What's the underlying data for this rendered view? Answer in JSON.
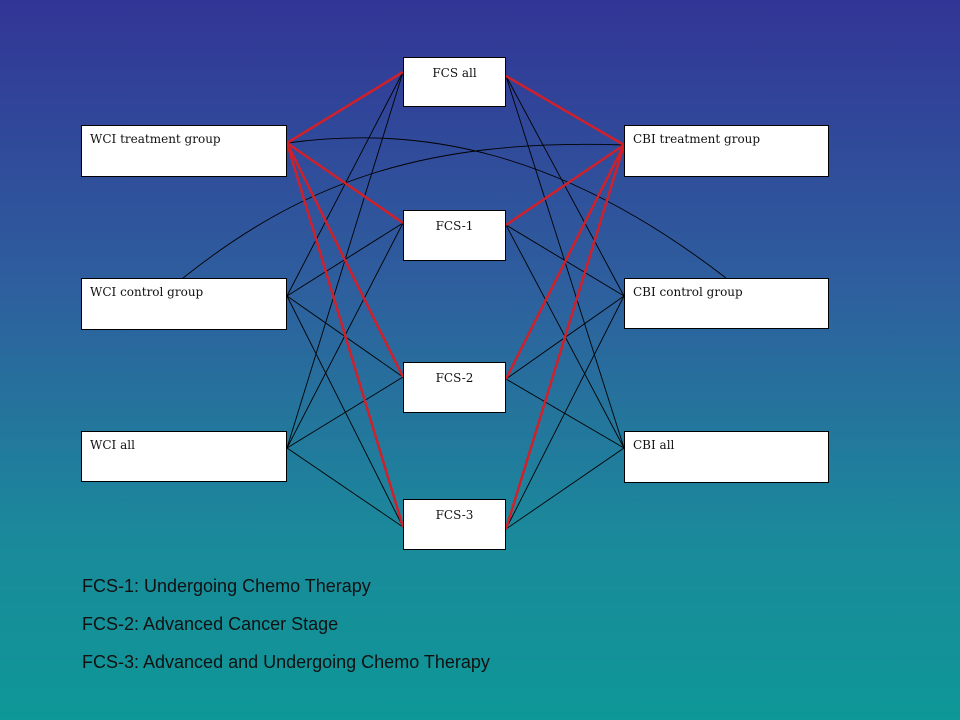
{
  "nodes": {
    "fcs_all": "FCS all",
    "fcs_1": "FCS-1",
    "fcs_2": "FCS-2",
    "fcs_3": "FCS-3",
    "wci_treatment": "WCI treatment group",
    "wci_control": "WCI control group",
    "wci_all": "WCI all",
    "cbi_treatment": "CBI treatment group",
    "cbi_control": "CBI control group",
    "cbi_all": "CBI all"
  },
  "legend": [
    "FCS-1: Undergoing Chemo Therapy",
    "FCS-2: Advanced Cancer Stage",
    "FCS-3: Advanced and Undergoing Chemo Therapy"
  ],
  "colors": {
    "highlight_edge": "#d0202a",
    "edge": "#000000"
  },
  "edges": [
    {
      "from": "wci_control",
      "to": "fcs_all",
      "highlight": false
    },
    {
      "from": "wci_control",
      "to": "fcs_1",
      "highlight": false
    },
    {
      "from": "wci_control",
      "to": "fcs_2",
      "highlight": false
    },
    {
      "from": "wci_control",
      "to": "fcs_3",
      "highlight": false
    },
    {
      "from": "wci_all",
      "to": "fcs_all",
      "highlight": false
    },
    {
      "from": "wci_all",
      "to": "fcs_1",
      "highlight": false
    },
    {
      "from": "wci_all",
      "to": "fcs_2",
      "highlight": false
    },
    {
      "from": "wci_all",
      "to": "fcs_3",
      "highlight": false
    },
    {
      "from": "cbi_control",
      "to": "fcs_all",
      "highlight": false
    },
    {
      "from": "cbi_control",
      "to": "fcs_1",
      "highlight": false
    },
    {
      "from": "cbi_control",
      "to": "fcs_2",
      "highlight": false
    },
    {
      "from": "cbi_control",
      "to": "fcs_3",
      "highlight": false
    },
    {
      "from": "cbi_all",
      "to": "fcs_all",
      "highlight": false
    },
    {
      "from": "cbi_all",
      "to": "fcs_1",
      "highlight": false
    },
    {
      "from": "cbi_all",
      "to": "fcs_2",
      "highlight": false
    },
    {
      "from": "cbi_all",
      "to": "fcs_3",
      "highlight": false
    },
    {
      "from": "wci_treatment",
      "to": "cbi_control",
      "highlight": false,
      "curve": true
    },
    {
      "from": "wci_control",
      "to": "cbi_treatment",
      "highlight": false,
      "curve": true
    },
    {
      "from": "wci_treatment",
      "to": "fcs_all",
      "highlight": true
    },
    {
      "from": "wci_treatment",
      "to": "fcs_1",
      "highlight": true
    },
    {
      "from": "wci_treatment",
      "to": "fcs_2",
      "highlight": true
    },
    {
      "from": "wci_treatment",
      "to": "fcs_3",
      "highlight": true
    },
    {
      "from": "cbi_treatment",
      "to": "fcs_all",
      "highlight": true
    },
    {
      "from": "cbi_treatment",
      "to": "fcs_1",
      "highlight": true
    },
    {
      "from": "cbi_treatment",
      "to": "fcs_2",
      "highlight": true
    },
    {
      "from": "cbi_treatment",
      "to": "fcs_3",
      "highlight": true
    }
  ]
}
